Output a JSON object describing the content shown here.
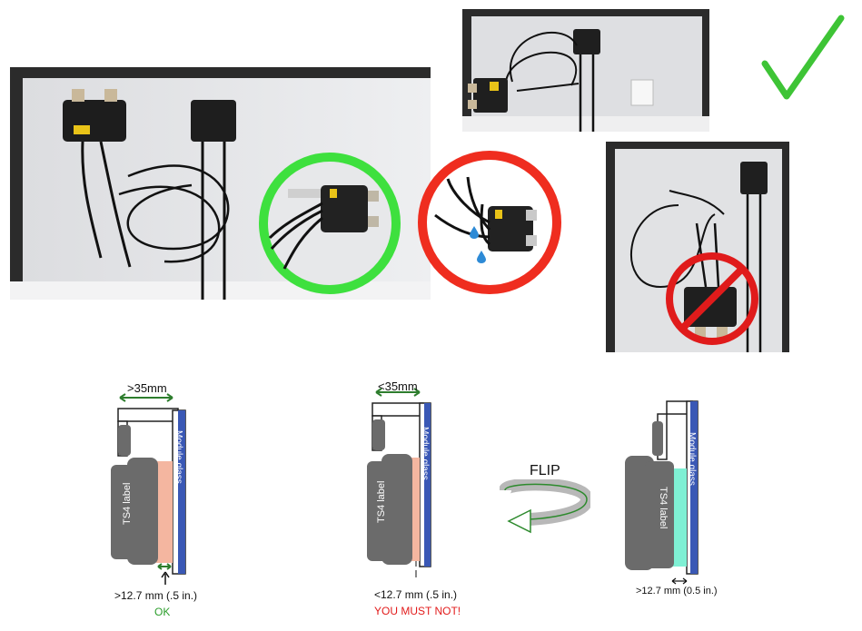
{
  "top": {
    "check_icon": "check-mark-icon",
    "prohibited_icon": "no-entry-icon",
    "water_drop_icon": "water-drop-icon"
  },
  "diagram_ok": {
    "width_label": ">35mm",
    "glass_label": "Module glass",
    "ts4_label": "TS4 label",
    "gap_label": ">12.7 mm (.5 in.)",
    "verdict": "OK",
    "verdict_color": "#2a9d2a",
    "spacer_color": "#f4b6a0"
  },
  "diagram_bad": {
    "width_label": "<35mm",
    "glass_label": "Module glass",
    "ts4_label": "TS4 label",
    "gap_label": "<12.7 mm (.5 in.)",
    "verdict": "YOU MUST NOT!",
    "verdict_color": "#e21b1b",
    "spacer_color": "#f4b6a0"
  },
  "flip": {
    "label": "FLIP"
  },
  "diagram_flipped": {
    "glass_label": "Module glass",
    "ts4_label": "TS4 label",
    "gap_label": ">12.7 mm (0.5 in.)",
    "spacer_color": "#7ff0d4"
  },
  "colors": {
    "glass_blue": "#3a58b5",
    "device_gray": "#6b6b6b",
    "ok_green": "#3ee03e",
    "bad_red": "#ef2d1f"
  }
}
